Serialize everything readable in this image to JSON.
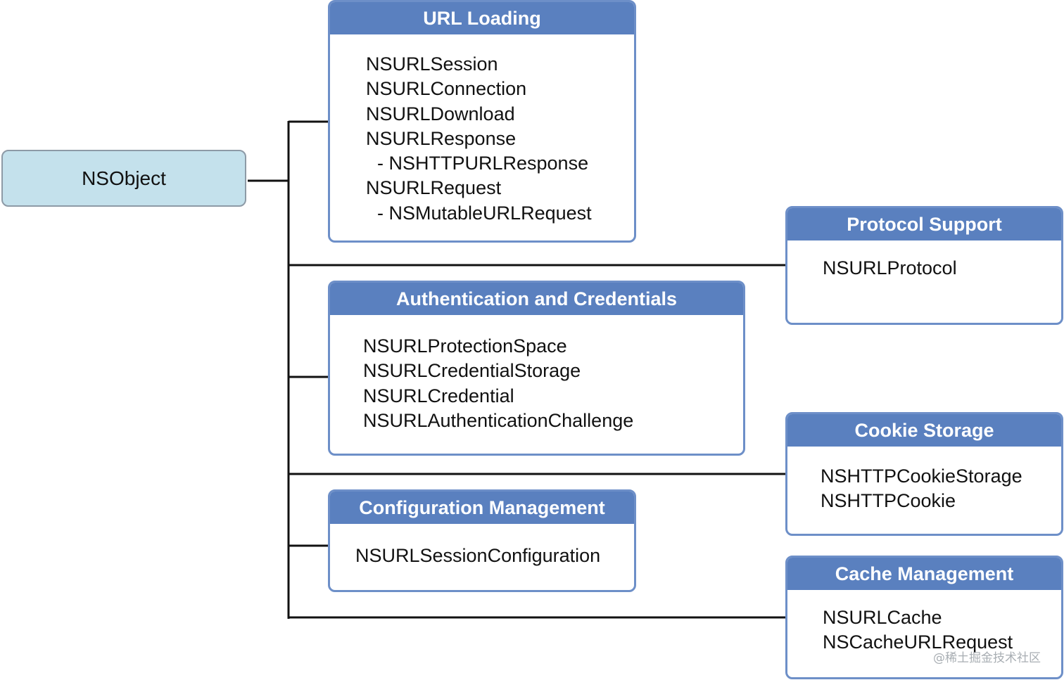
{
  "root": {
    "label": "NSObject"
  },
  "groups": {
    "url_loading": {
      "title": "URL Loading",
      "classes": [
        "NSURLSession",
        "NSURLConnection",
        "NSURLDownload",
        "NSURLResponse",
        "- NSHTTPURLResponse",
        "NSURLRequest",
        "- NSMutableURLRequest"
      ]
    },
    "auth": {
      "title": "Authentication and Credentials",
      "classes": [
        "NSURLProtectionSpace",
        "NSURLCredentialStorage",
        "NSURLCredential",
        "NSURLAuthenticationChallenge"
      ]
    },
    "config": {
      "title": "Configuration Management",
      "classes": [
        "NSURLSessionConfiguration"
      ]
    },
    "protocol": {
      "title": "Protocol Support",
      "classes": [
        "NSURLProtocol"
      ]
    },
    "cookie": {
      "title": "Cookie Storage",
      "classes": [
        "NSHTTPCookieStorage",
        "NSHTTPCookie"
      ]
    },
    "cache": {
      "title": "Cache Management",
      "classes": [
        "NSURLCache",
        "NSCacheURLRequest"
      ]
    }
  },
  "watermark": "@稀土掘金技术社区",
  "colors": {
    "header_blue": "#5a80bf",
    "box_border": "#6d8fc8",
    "root_fill": "#c4e1ec",
    "connector": "#111111"
  }
}
